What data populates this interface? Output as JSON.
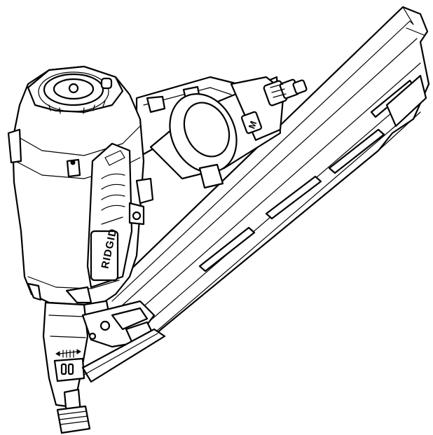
{
  "brand": {
    "logo_text": "RIDGID"
  },
  "motor_badge": {
    "text": "M"
  },
  "palette": {
    "line": "#000000",
    "fill": "#ffffff"
  },
  "icons": [
    "nail-gun-illustration",
    "air-fitting-icon",
    "depth-adjust-icon"
  ]
}
